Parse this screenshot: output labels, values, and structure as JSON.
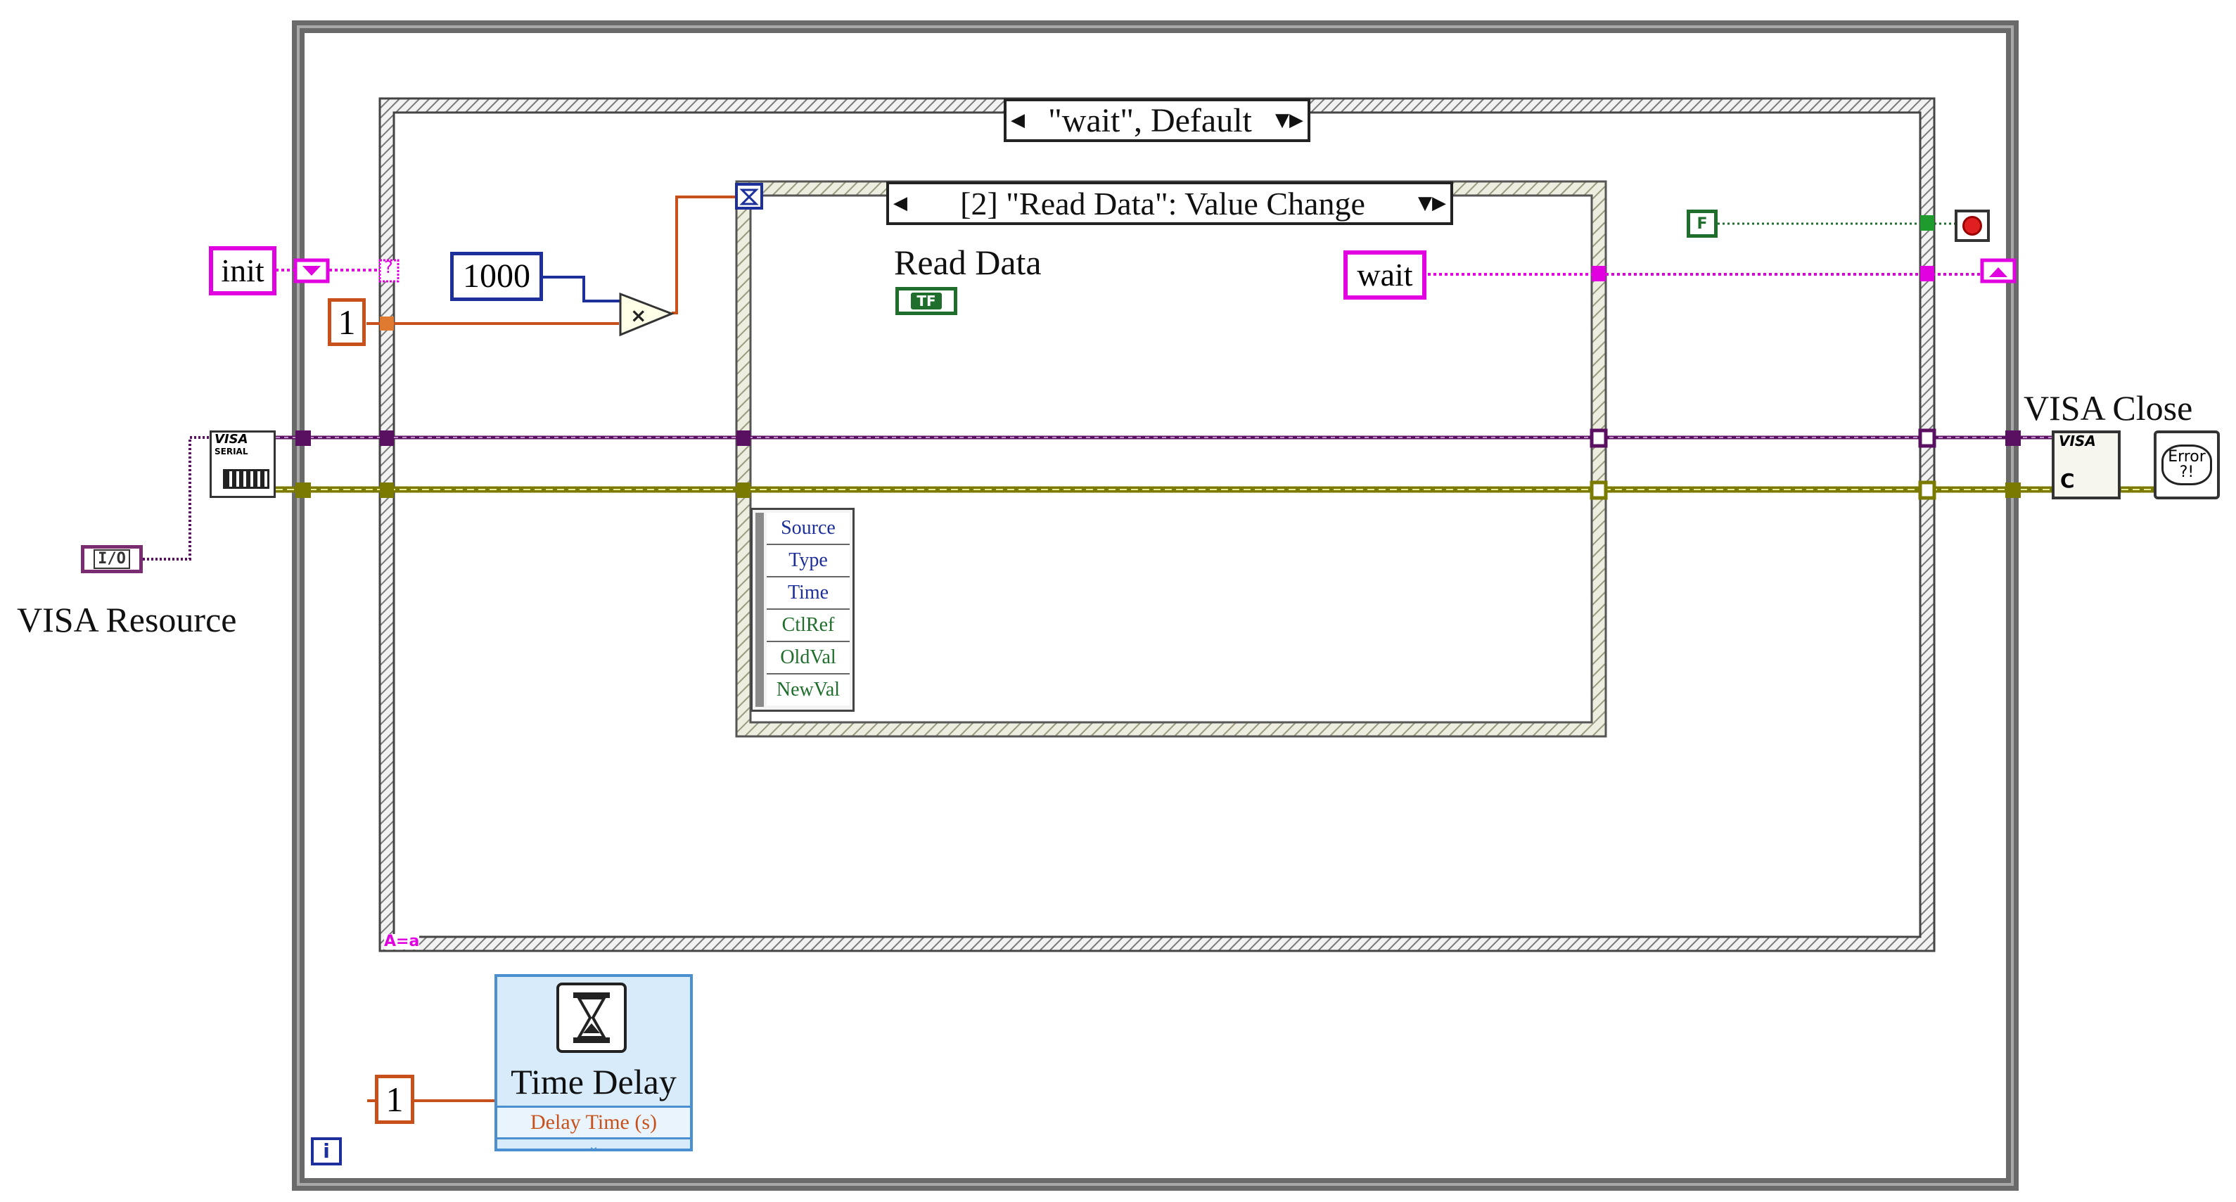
{
  "labels": {
    "visa_resource": "VISA Resource",
    "visa_close": "VISA Close",
    "read_data": "Read Data"
  },
  "constants": {
    "init": "init",
    "wait": "wait",
    "milliseconds": "1000",
    "loop_wait_value": "1",
    "delay_value": "1"
  },
  "case_selector": {
    "text": "\"wait\", Default"
  },
  "event_selector": {
    "text": "[2] \"Read Data\": Value Change"
  },
  "event_data_node": [
    "Source",
    "Type",
    "Time",
    "CtlRef",
    "OldVal",
    "NewVal"
  ],
  "time_delay": {
    "title": "Time Delay",
    "input_label": "Delay Time (s)"
  },
  "terminals": {
    "io_resource": "I/O",
    "boolean_tf": "TF",
    "false_const": "F",
    "iteration": "i",
    "visa_serial_line1": "VISA",
    "visa_serial_line2": "SERIAL",
    "visa_close_icon": "VISA",
    "visa_close_c": "C",
    "error_icon_line1": "Error",
    "error_icon_line2": "?!",
    "tunnel_question": "?",
    "ax_label": "A=a"
  },
  "colors": {
    "enum_wire": "#e000e0",
    "refnum_wire": "#5a1060",
    "error_wire": "#8a8a00",
    "numeric_orange": "#c8501a",
    "numeric_blue": "#1c2f9a",
    "boolean_green": "#1f6e2c",
    "structure_frame": "#555555"
  }
}
